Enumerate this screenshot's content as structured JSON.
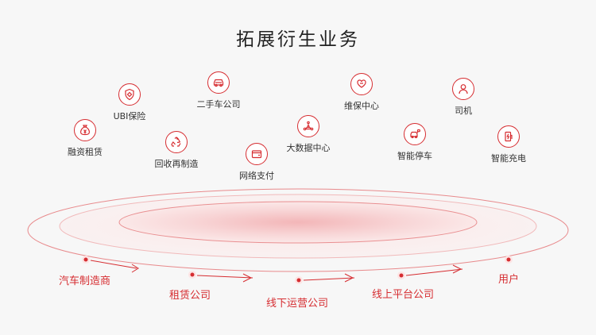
{
  "title": "拓展衍生业务",
  "services": [
    {
      "label": "融资租赁",
      "icon": "money-bag-icon"
    },
    {
      "label": "UBI保险",
      "icon": "shield-icon"
    },
    {
      "label": "二手车公司",
      "icon": "car-icon"
    },
    {
      "label": "回收再制造",
      "icon": "recycle-icon"
    },
    {
      "label": "网络支付",
      "icon": "wallet-icon"
    },
    {
      "label": "大数据中心",
      "icon": "network-icon"
    },
    {
      "label": "维保中心",
      "icon": "heart-hand-icon"
    },
    {
      "label": "智能停车",
      "icon": "parking-icon"
    },
    {
      "label": "司机",
      "icon": "driver-icon"
    },
    {
      "label": "智能充电",
      "icon": "charging-icon"
    }
  ],
  "value_chain": [
    "汽车制造商",
    "租赁公司",
    "线下运营公司",
    "线上平台公司",
    "用户"
  ],
  "colors": {
    "accent": "#d62d31",
    "text": "#333333",
    "background": "#f7f7f7"
  }
}
